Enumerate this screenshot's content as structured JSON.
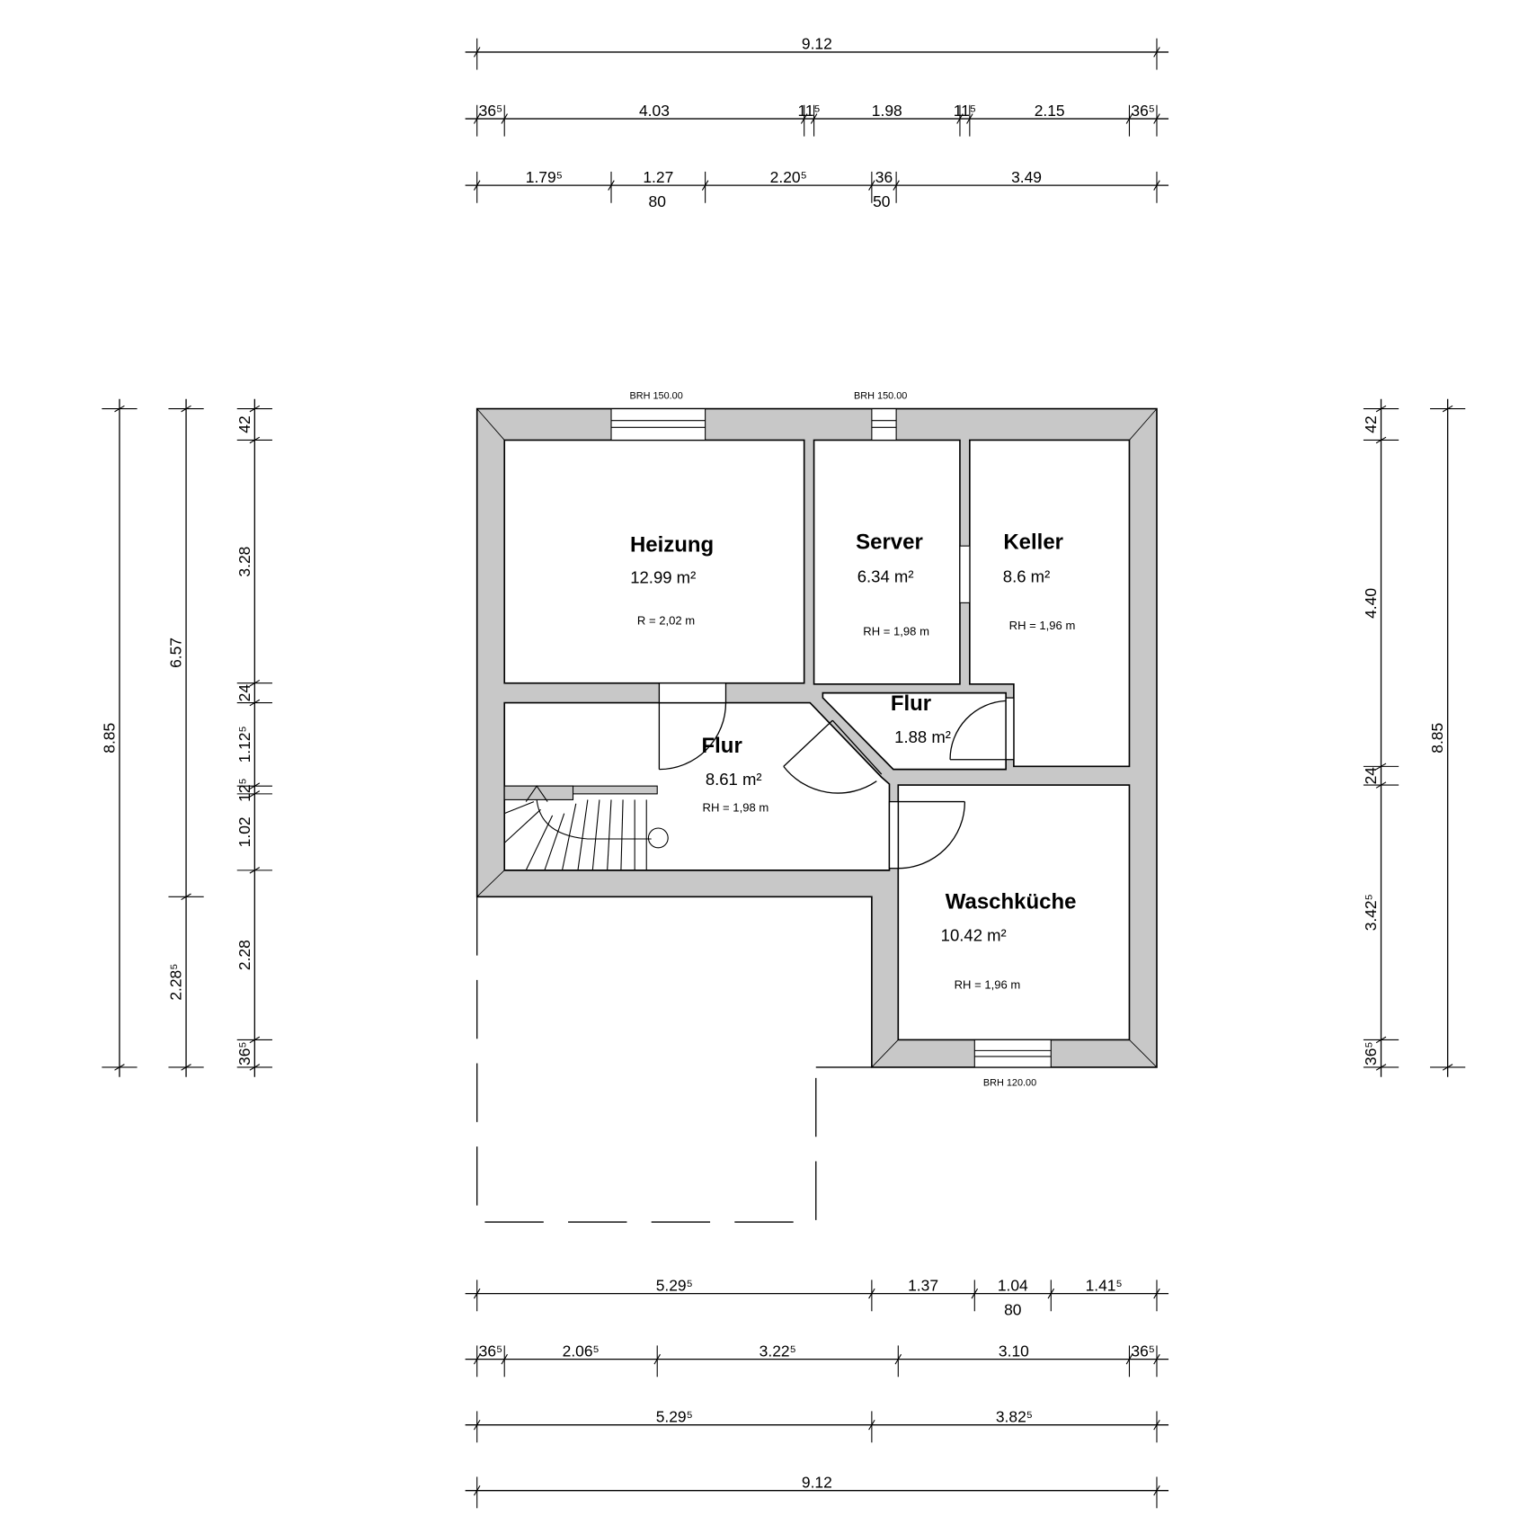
{
  "colors": {
    "wall": "#c8c8c8",
    "line": "#000000",
    "background": "#ffffff"
  },
  "windows": {
    "top_left": "BRH 150.00",
    "top_right": "BRH 150.00",
    "bottom": "BRH 120.00"
  },
  "rooms": {
    "heizung": {
      "name": "Heizung",
      "area": "12.99 m²",
      "height": "R = 2,02 m"
    },
    "server": {
      "name": "Server",
      "area": "6.34 m²",
      "height": "RH = 1,98 m"
    },
    "keller": {
      "name": "Keller",
      "area": "8.6 m²",
      "height": "RH = 1,96 m"
    },
    "flur_small": {
      "name": "Flur",
      "area": "1.88 m²"
    },
    "flur": {
      "name": "Flur",
      "area": "8.61 m²",
      "height": "RH = 1,98 m"
    },
    "waschkueche": {
      "name": "Waschküche",
      "area": "10.42 m²",
      "height": "RH = 1,96 m"
    }
  },
  "dims": {
    "top1": [
      "9.12"
    ],
    "top2": [
      "36⁵",
      "4.03",
      "11⁵",
      "1.98",
      "11⁵",
      "2.15",
      "36⁵"
    ],
    "top3": [
      "1.79⁵",
      "1.27",
      "2.20⁵",
      "36",
      "3.49"
    ],
    "top3_below": [
      "80",
      "50"
    ],
    "bottom1": [
      "5.29⁵",
      "1.37",
      "1.04",
      "1.41⁵"
    ],
    "bottom1_below": [
      "80"
    ],
    "bottom2": [
      "36⁵",
      "2.06⁵",
      "3.22⁵",
      "3.10",
      "36⁵"
    ],
    "bottom3": [
      "5.29⁵",
      "3.82⁵"
    ],
    "bottom4": [
      "9.12"
    ],
    "left1": [
      "8.85"
    ],
    "left2": [
      "6.57",
      "2.28⁵"
    ],
    "left3": [
      "42",
      "3.28",
      "24",
      "1.12⁵",
      "12⁵",
      "1.02",
      "2.28",
      "36⁵"
    ],
    "right1": [
      "42",
      "4.40",
      "24",
      "3.42⁵",
      "36⁵"
    ],
    "right2": [
      "8.85"
    ]
  }
}
